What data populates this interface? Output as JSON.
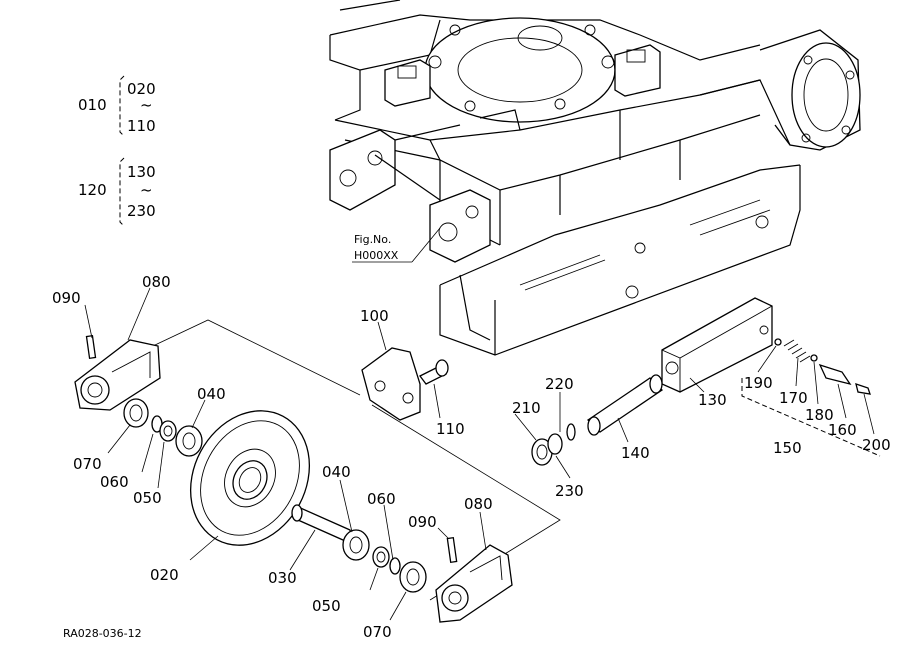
{
  "reference_id": "RA028-036-12",
  "fig_reference": {
    "line1": "Fig.No.",
    "line2": "H000XX"
  },
  "ranges": [
    {
      "label": "010",
      "from": "020",
      "tilde": "~",
      "to": "110"
    },
    {
      "label": "120",
      "from": "130",
      "tilde": "~",
      "to": "230"
    }
  ],
  "callouts": {
    "c090_left": "090",
    "c080_left": "080",
    "c070_left": "070",
    "c060_left": "060",
    "c050_left": "050",
    "c040_left": "040",
    "c020": "020",
    "c030": "030",
    "c040_right": "040",
    "c060_right": "060",
    "c050_right": "050",
    "c070_right": "070",
    "c090_right": "090",
    "c080_right": "080",
    "c100": "100",
    "c110": "110",
    "c210": "210",
    "c220": "220",
    "c230": "230",
    "c140": "140",
    "c130": "130",
    "c190": "190",
    "c170": "170",
    "c180": "180",
    "c160": "160",
    "c200": "200",
    "c150": "150"
  }
}
